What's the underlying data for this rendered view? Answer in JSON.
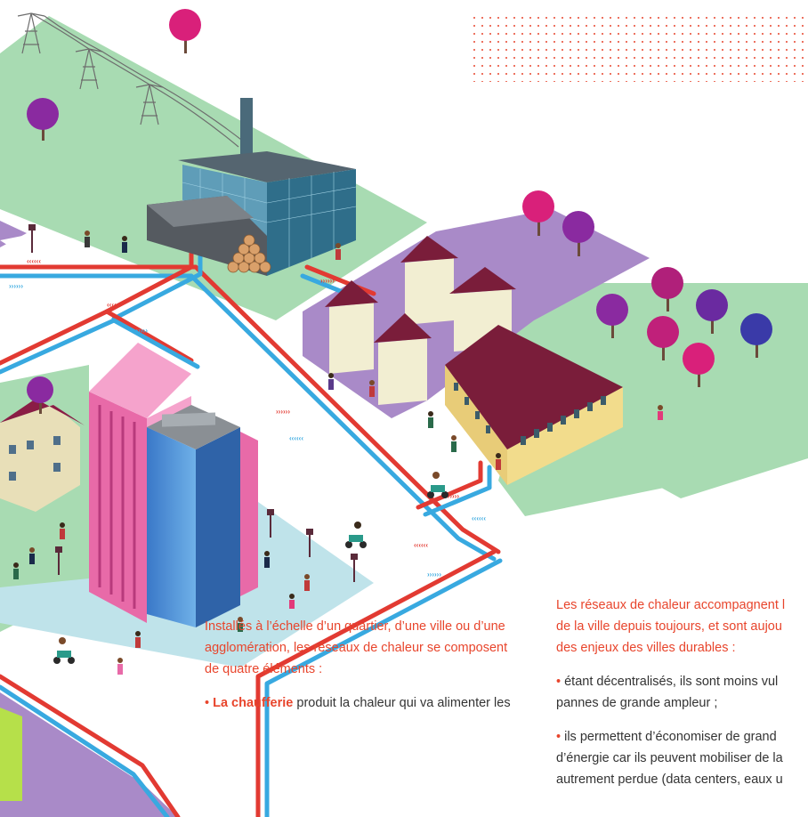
{
  "colors": {
    "accent": "#e8452c",
    "park": "#a8dbb2",
    "plaza": "#bfe3ea",
    "residential": "#a98ac8",
    "hot_pipe": "#e23a32",
    "cold_pipe": "#38a9e0"
  },
  "left_text": {
    "intro_1": "Installés à l’échelle d’un quartier, d’une ville ou d’une",
    "intro_2": "agglomération, les réseaux de chaleur se composent",
    "intro_3": "de quatre éléments :",
    "item1_bold": "La chaufferie",
    "item1_rest": " produit la chaleur qui va alimenter les"
  },
  "right_text": {
    "intro_1": "Les réseaux de chaleur accompagnent l",
    "intro_2": "de la ville depuis toujours, et sont aujou",
    "intro_3": "des enjeux des villes durables :",
    "b1_1": "étant décentralisés, ils sont moins vul",
    "b1_2": "pannes de grande ampleur ;",
    "b2_1": "ils permettent d’économiser de grand",
    "b2_2": "d’énergie car ils peuvent mobiliser de la",
    "b2_3": "autrement perdue (data centers, eaux u"
  }
}
